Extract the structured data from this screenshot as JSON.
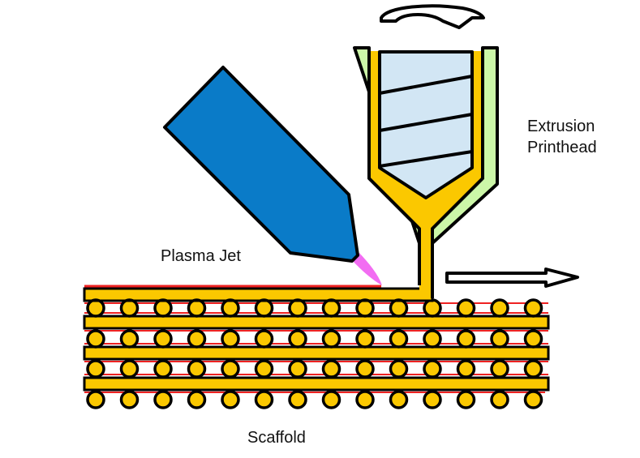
{
  "labels": {
    "plasma_jet": "Plasma Jet",
    "extrusion_line1": "Extrusion",
    "extrusion_line2": "Printhead",
    "scaffold": "Scaffold"
  },
  "icons": {
    "rotation": "rotation-arrow-icon",
    "direction": "right-arrow-icon"
  },
  "colors": {
    "outline": "#000000",
    "plasma_body": "#0a7bc8",
    "plasma_plume": "#f26df2",
    "printhead_wall": "#ccf7a8",
    "material": "#fbc800",
    "screw": "#d2e6f4",
    "treated_surface": "#ee2222",
    "arrow_fill": "#ffffff"
  },
  "scaffold": {
    "layers": 4,
    "fibers_per_row": 14
  }
}
